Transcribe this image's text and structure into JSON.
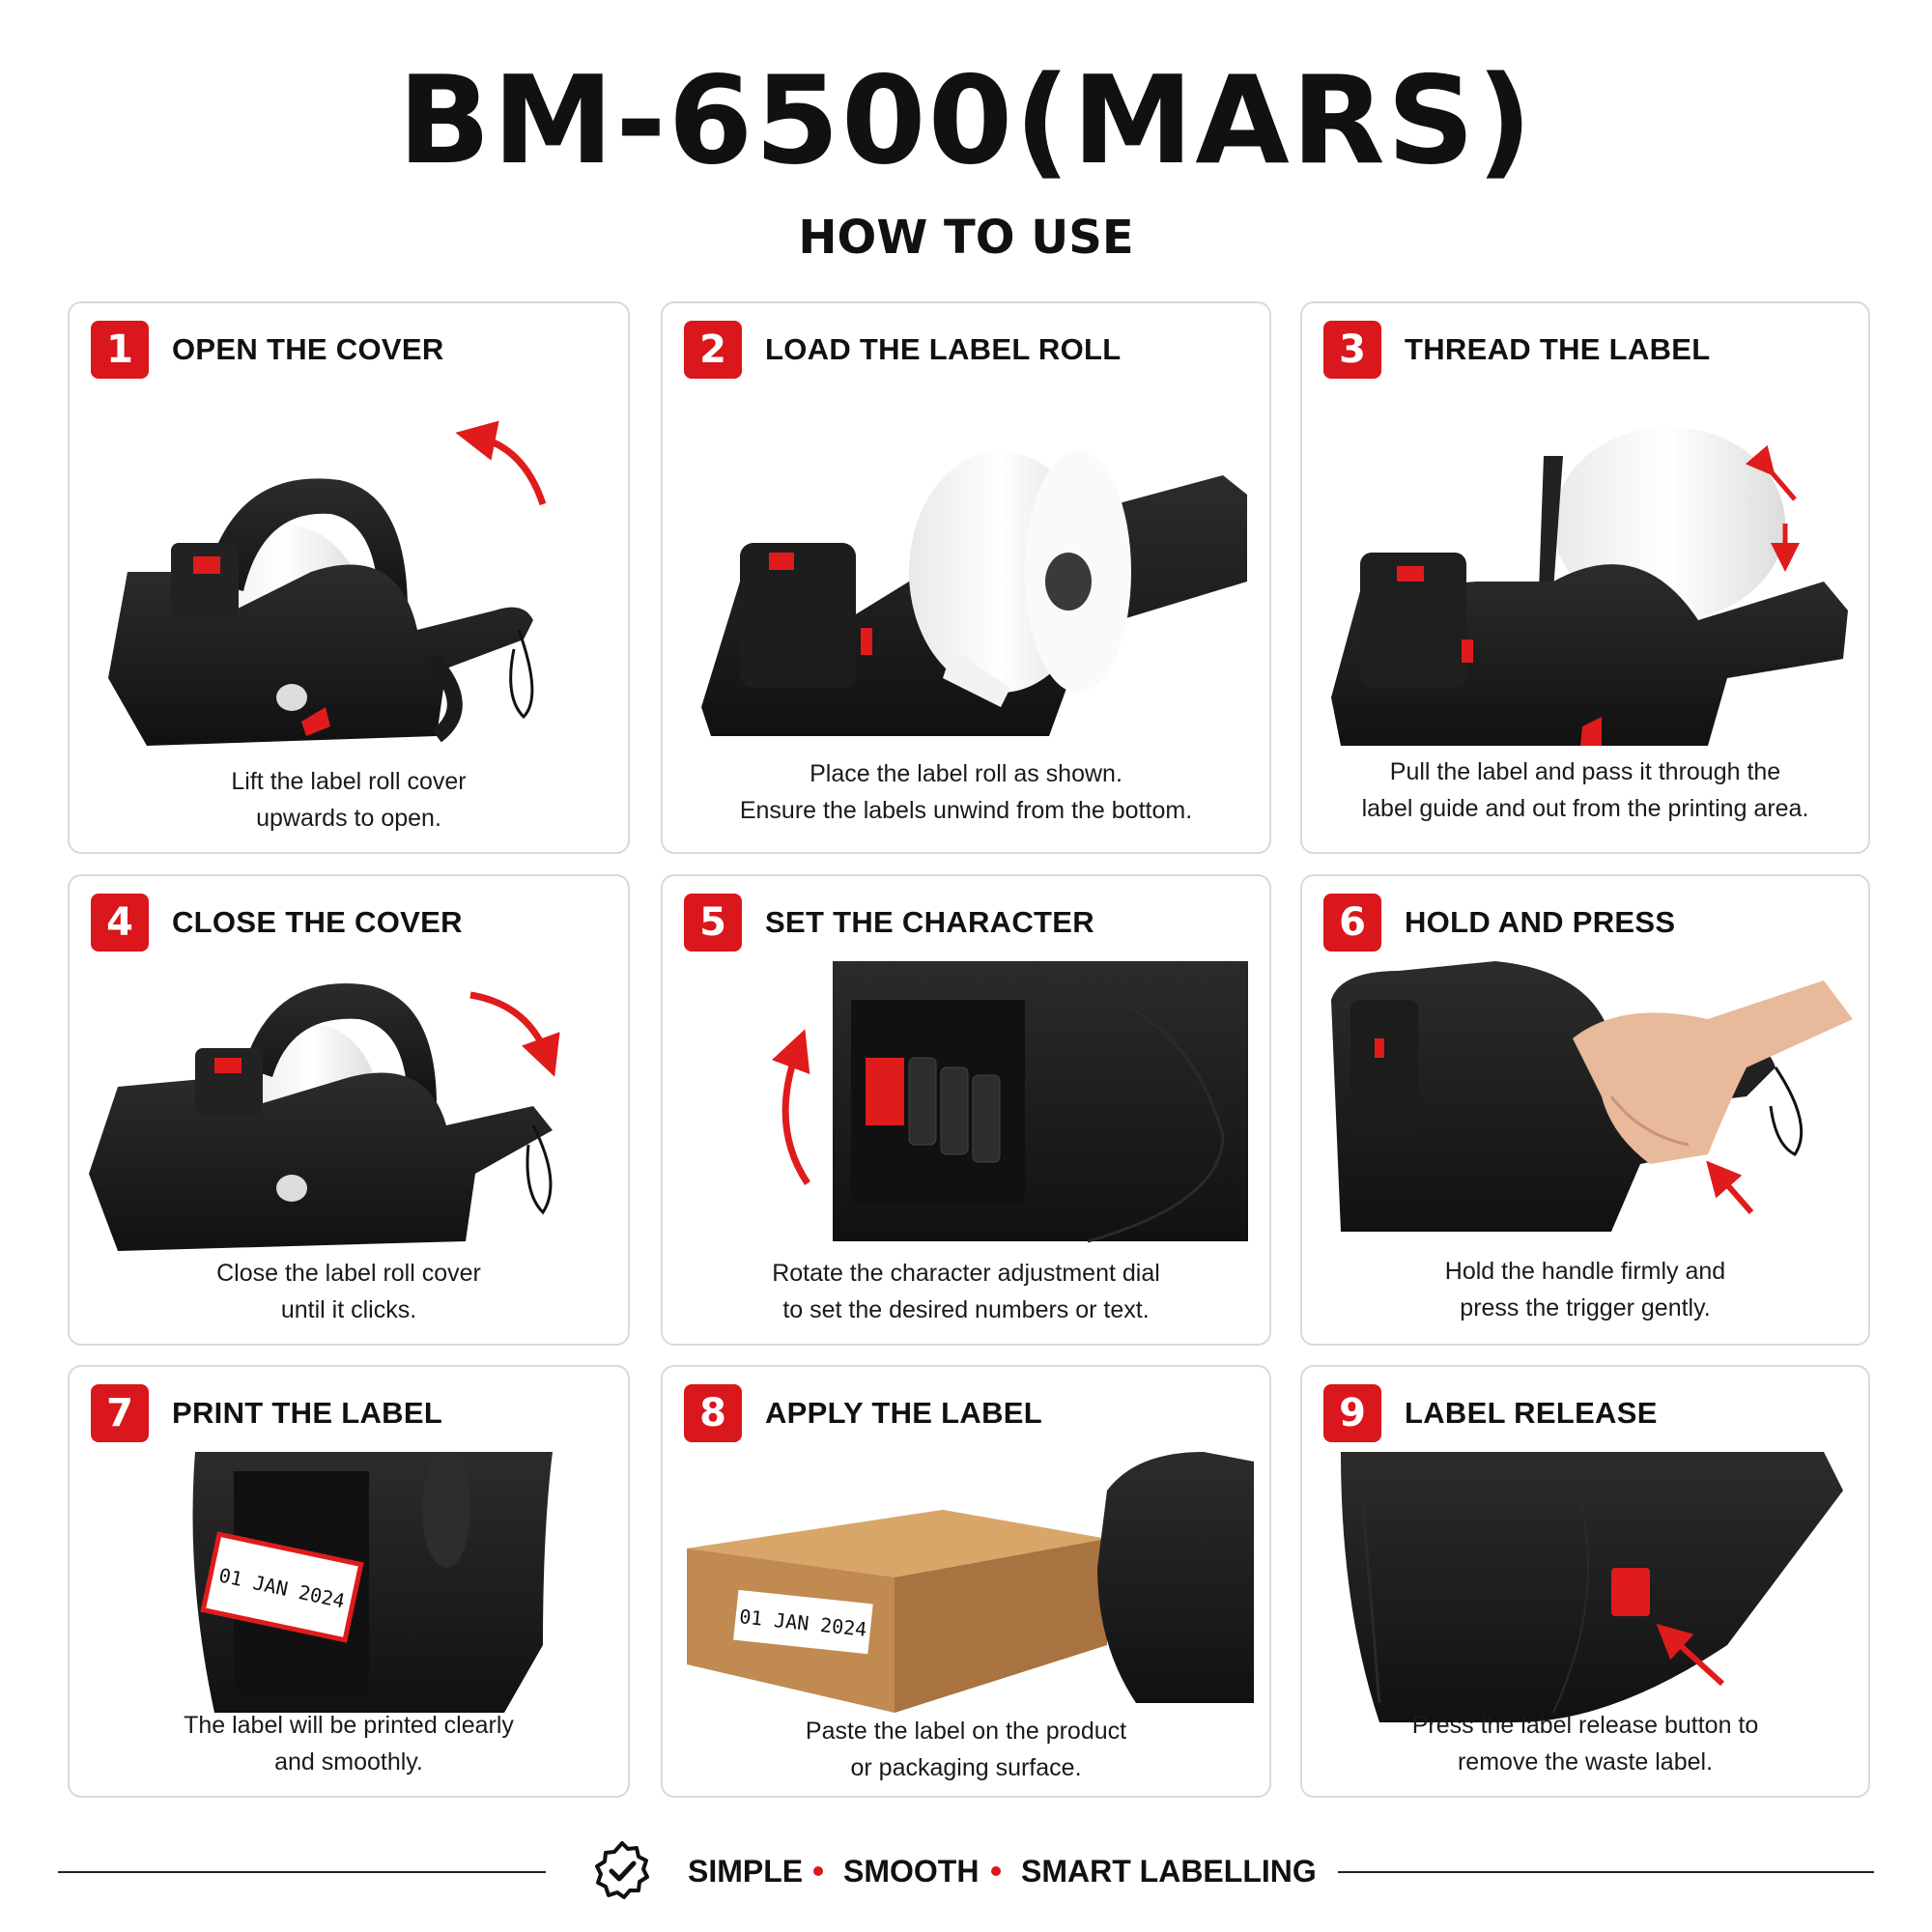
{
  "header": {
    "title": "BM-6500(MARS)",
    "subtitle": "HOW TO USE"
  },
  "steps": [
    {
      "number": "1",
      "title": "OPEN THE COVER",
      "lines": [
        "Lift the label roll cover",
        "upwards to open."
      ]
    },
    {
      "number": "2",
      "title": "LOAD THE LABEL ROLL",
      "lines": [
        "Place the label roll as shown.",
        "Ensure the labels unwind from the bottom."
      ]
    },
    {
      "number": "3",
      "title": "THREAD THE LABEL",
      "lines": [
        "Pull the label and pass it through the",
        "label guide and out from the printing area."
      ]
    },
    {
      "number": "4",
      "title": "CLOSE THE COVER",
      "lines": [
        "Close the label roll cover",
        "until it clicks."
      ]
    },
    {
      "number": "5",
      "title": "SET THE CHARACTER",
      "lines": [
        "Rotate the character adjustment dial",
        "to set the desired numbers or text."
      ]
    },
    {
      "number": "6",
      "title": "HOLD AND PRESS",
      "lines": [
        "Hold the handle firmly and",
        "press the trigger gently."
      ]
    },
    {
      "number": "7",
      "title": "PRINT THE LABEL",
      "lines": [
        "The label will be printed clearly",
        "and smoothly."
      ],
      "label_text": "01 JAN 2024"
    },
    {
      "number": "8",
      "title": "APPLY THE LABEL",
      "lines": [
        "Paste the label on the product",
        "or packaging surface."
      ],
      "label_text": "01 JAN 2024"
    },
    {
      "number": "9",
      "title": "LABEL RELEASE",
      "lines": [
        "Press the label release button to",
        "remove the waste label."
      ]
    }
  ],
  "footer": {
    "words": [
      "SIMPLE",
      "SMOOTH",
      "SMART LABELLING"
    ],
    "icon": "check-badge-icon"
  },
  "colors": {
    "accent_red": "#d9171c",
    "device_black": "#1b1b1b",
    "card_border": "#d9d9d9",
    "box_brown": "#c08a50"
  }
}
